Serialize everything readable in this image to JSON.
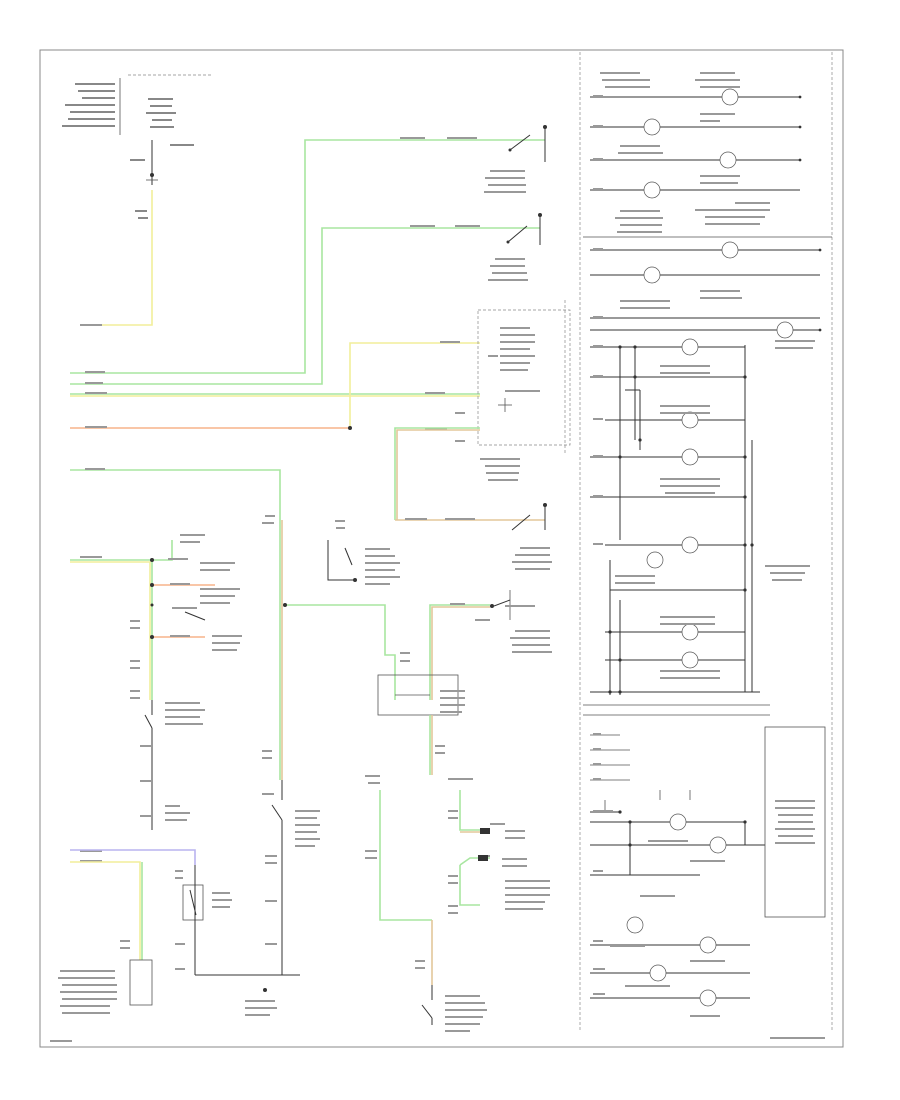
{
  "diagram": {
    "footer_left": "",
    "footer_right": "",
    "colors": {
      "green": "#a8e6a0",
      "yellow": "#f2ee9a",
      "orange": "#f7b48a",
      "tan": "#e3c79a",
      "blue": "#b9b3ef",
      "frame": "#888888"
    },
    "components": {
      "fuse_block": "",
      "left_rear_door_switch": "",
      "right_rear_door_switch": "",
      "instrument_control_unit": "",
      "driver_door_switch": "",
      "key_reminder_switch": "",
      "parking_brake_switch": "",
      "brake_fluid_level_switch": "",
      "oil_pressure_switch": "",
      "fuel_gauge_sender": "",
      "combination_meter": ""
    },
    "lamps": [
      {
        "id": "lamp-1",
        "label": ""
      },
      {
        "id": "lamp-2",
        "label": ""
      },
      {
        "id": "lamp-3",
        "label": ""
      },
      {
        "id": "lamp-4",
        "label": ""
      },
      {
        "id": "lamp-5",
        "label": ""
      },
      {
        "id": "lamp-6",
        "label": ""
      },
      {
        "id": "lamp-7",
        "label": ""
      },
      {
        "id": "lamp-8",
        "label": ""
      },
      {
        "id": "lamp-9",
        "label": ""
      },
      {
        "id": "lamp-10",
        "label": ""
      },
      {
        "id": "lamp-11",
        "label": ""
      },
      {
        "id": "lamp-12",
        "label": ""
      },
      {
        "id": "lamp-13",
        "label": ""
      },
      {
        "id": "lamp-14",
        "label": ""
      },
      {
        "id": "lamp-15",
        "label": ""
      },
      {
        "id": "lamp-16",
        "label": ""
      },
      {
        "id": "lamp-17",
        "label": ""
      },
      {
        "id": "lamp-18",
        "label": ""
      },
      {
        "id": "lamp-19",
        "label": ""
      }
    ]
  }
}
